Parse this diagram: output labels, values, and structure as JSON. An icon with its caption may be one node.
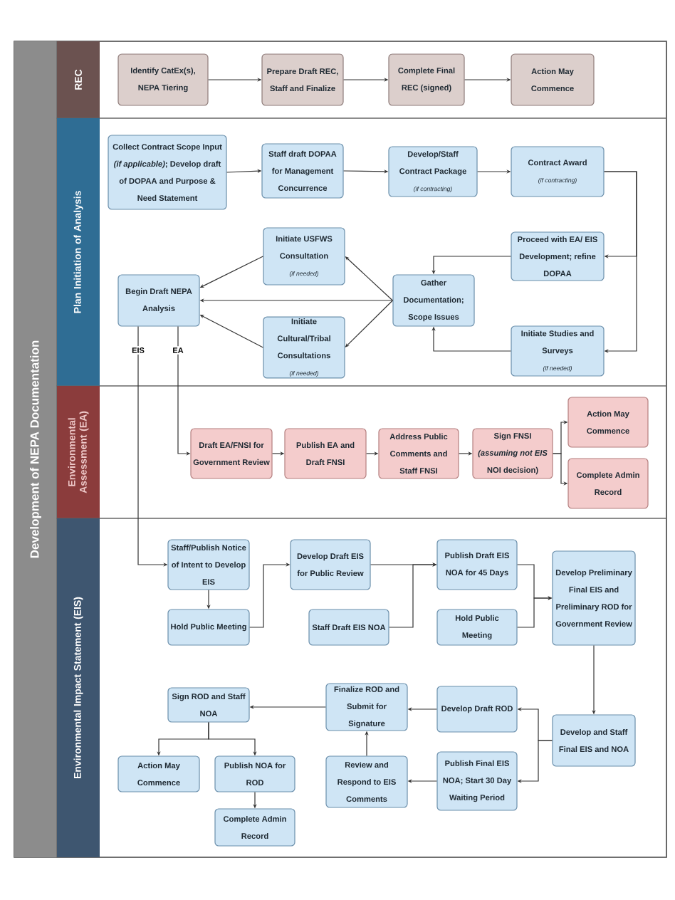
{
  "diagram": {
    "nodes": [
      {
        "text": [
          "Development of NEPA Documentation"
        ]
      },
      {
        "text": [
          "REC"
        ],
        "in": 0
      },
      {
        "text": [
          "Plan Initiation of Analysis"
        ],
        "in": 0
      },
      {
        "text": [
          "Environmental Assessment (EA)"
        ],
        "in": 0
      },
      {
        "text": [
          "Environmental Impact Statement (EIS)"
        ],
        "in": 0
      },
      {
        "text": [
          "Identify CatEx(s), NEPA Tiering"
        ],
        "in": 1
      },
      {
        "text": [
          "Prepare Draft REC, Staff and Finalize"
        ],
        "in": 1
      },
      {
        "text": [
          "Complete Final REC (signed)"
        ],
        "in": 1
      },
      {
        "text": [
          "Action May Commence"
        ],
        "in": 1
      },
      {
        "text": [
          "Collect Contract Scope Input *(if applicable)*; Develop draft of DOPAA and Purpose & Need Statement"
        ],
        "in": 2
      },
      {
        "text": [
          "Staff draft DOPAA for Management Concurrence"
        ],
        "in": 2
      },
      {
        "text": [
          "Develop/Staff Contract Package",
          "(if contracting)"
        ],
        "in": 2
      },
      {
        "text": [
          "Contract Award",
          "(if contracting)"
        ],
        "in": 2
      },
      {
        "text": [
          "Initiate USFWS Consultation",
          "(if needed)"
        ],
        "in": 2
      },
      {
        "text": [
          "Proceed with EA/ EIS Development; refine DOPAA"
        ],
        "in": 2
      },
      {
        "text": [
          "Begin Draft NEPA Analysis"
        ],
        "in": 2
      },
      {
        "text": [
          "Gather Documentation; Scope Issues"
        ],
        "in": 2
      },
      {
        "text": [
          "Initiate Cultural/Tribal Consultations",
          "(if needed)"
        ],
        "in": 2
      },
      {
        "text": [
          "Initiate Studies and Surveys",
          "(if needed)"
        ],
        "in": 2
      },
      {
        "text": [
          "Draft EA/FNSI for Government Review"
        ],
        "in": 3
      },
      {
        "text": [
          "Publish EA and Draft FNSI"
        ],
        "in": 3
      },
      {
        "text": [
          "Address Public Comments and Staff FNSI"
        ],
        "in": 3
      },
      {
        "text": [
          "Sign FNSI *(assuming not EIS* NOI decision)"
        ],
        "in": 3
      },
      {
        "text": [
          "Action May Commence"
        ],
        "in": 3
      },
      {
        "text": [
          "Complete Admin Record"
        ],
        "in": 3
      },
      {
        "text": [
          "Staff/Publish Notice of Intent to Develop EIS"
        ],
        "in": 4
      },
      {
        "text": [
          "Develop Draft EIS for Public Review"
        ],
        "in": 4
      },
      {
        "text": [
          "Publish Draft EIS NOA for 45 Days"
        ],
        "in": 4
      },
      {
        "text": [
          "Develop Preliminary Final EIS and Preliminary ROD for Government Review"
        ],
        "in": 4
      },
      {
        "text": [
          "Hold Public Meeting"
        ],
        "in": 4
      },
      {
        "text": [
          "Staff Draft EIS NOA"
        ],
        "in": 4
      },
      {
        "text": [
          "Hold Public Meeting"
        ],
        "in": 4
      },
      {
        "text": [
          "Sign ROD and Staff NOA"
        ],
        "in": 4
      },
      {
        "text": [
          "Finalize ROD and Submit for Signature"
        ],
        "in": 4
      },
      {
        "text": [
          "Develop Draft ROD"
        ],
        "in": 4
      },
      {
        "text": [
          "Develop and Staff Final EIS and NOA"
        ],
        "in": 4
      },
      {
        "text": [
          "Action May Commence"
        ],
        "in": 4
      },
      {
        "text": [
          "Publish NOA for ROD"
        ],
        "in": 4
      },
      {
        "text": [
          "Review and Respond to EIS Comments"
        ],
        "in": 4
      },
      {
        "text": [
          "Publish Final EIS NOA; Start 30 Day Waiting Period"
        ],
        "in": 4
      },
      {
        "text": [
          "Complete Admin Record"
        ],
        "in": 4
      }
    ],
    "edges": [
      {
        "from": 5,
        "to": 6,
        "arrow": "to"
      },
      {
        "from": 6,
        "to": 7,
        "arrow": "to"
      },
      {
        "from": 7,
        "to": 8,
        "arrow": "to"
      },
      {
        "from": 9,
        "to": 10,
        "arrow": "to"
      },
      {
        "from": 10,
        "to": 11,
        "arrow": "to"
      },
      {
        "from": 11,
        "to": 12,
        "arrow": "to"
      },
      {
        "from": 12,
        "to": 14,
        "arrow": "to"
      },
      {
        "from": 12,
        "to": 18,
        "arrow": "to"
      },
      {
        "from": 14,
        "to": 16,
        "arrow": "to"
      },
      {
        "from": 18,
        "to": 16,
        "arrow": "to"
      },
      {
        "from": 16,
        "to": 13,
        "arrow": "to"
      },
      {
        "from": 16,
        "to": 15,
        "arrow": "to"
      },
      {
        "from": 16,
        "to": 17,
        "arrow": "to"
      },
      {
        "from": 13,
        "to": 15,
        "arrow": "to"
      },
      {
        "from": 17,
        "to": 15,
        "arrow": "to"
      },
      {
        "from": 15,
        "to": 19,
        "arrow": "to",
        "label": "EA"
      },
      {
        "from": 15,
        "to": 25,
        "arrow": "to",
        "label": "EIS"
      },
      {
        "from": 19,
        "to": 20,
        "arrow": "to"
      },
      {
        "from": 20,
        "to": 21,
        "arrow": "to"
      },
      {
        "from": 21,
        "to": 22,
        "arrow": "to"
      },
      {
        "from": 22,
        "to": 23,
        "arrow": "to"
      },
      {
        "from": 22,
        "to": 24,
        "arrow": "to"
      },
      {
        "from": 25,
        "to": 29,
        "arrow": "to"
      },
      {
        "from": 29,
        "to": 26,
        "arrow": "to"
      },
      {
        "from": 26,
        "to": 27,
        "arrow": "to"
      },
      {
        "from": 30,
        "to": 27,
        "arrow": "to"
      },
      {
        "from": 27,
        "to": 28,
        "arrow": "to"
      },
      {
        "from": 31,
        "to": 28,
        "arrow": "to"
      },
      {
        "from": 28,
        "to": 35,
        "arrow": "to"
      },
      {
        "from": 35,
        "to": 34,
        "arrow": "to"
      },
      {
        "from": 35,
        "to": 39,
        "arrow": "to"
      },
      {
        "from": 34,
        "to": 33,
        "arrow": "to"
      },
      {
        "from": 39,
        "to": 38,
        "arrow": "to"
      },
      {
        "from": 38,
        "to": 33,
        "arrow": "to"
      },
      {
        "from": 33,
        "to": 32,
        "arrow": "to"
      },
      {
        "from": 32,
        "to": 36,
        "arrow": "to"
      },
      {
        "from": 32,
        "to": 37,
        "arrow": "to"
      },
      {
        "from": 37,
        "to": 40,
        "arrow": "to"
      }
    ]
  }
}
